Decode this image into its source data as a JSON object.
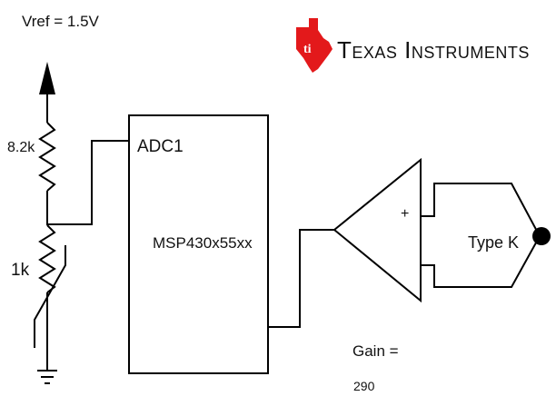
{
  "brand": {
    "name": "Texas Instruments",
    "logo_color": "#e3191b"
  },
  "labels": {
    "vref": "Vref = 1.5V",
    "r_top": "8.2k",
    "r_bottom": "1k",
    "adc_pin": "ADC1",
    "mcu": "MSP430x55xx",
    "opamp_plus": "+",
    "thermocouple": "Type K",
    "gain_label": "Gain =",
    "gain_value": "290"
  }
}
